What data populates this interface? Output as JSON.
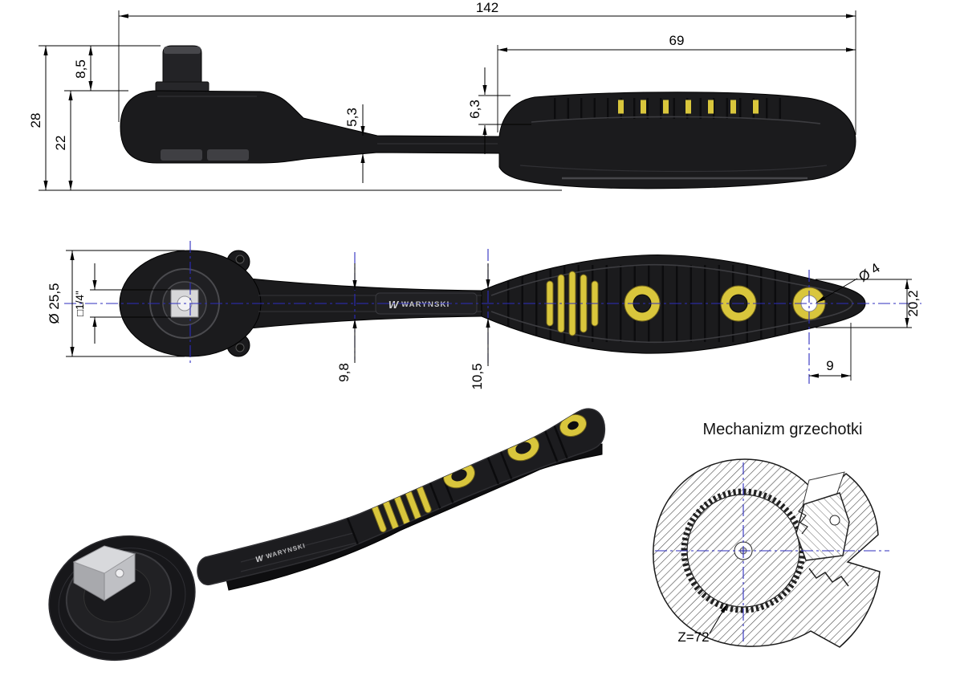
{
  "drawing": {
    "colors": {
      "body_black": "#1b1b1d",
      "accent_yellow": "#d9c63c",
      "centerline_blue": "#2d2dbe",
      "dimension_black": "#000000"
    }
  },
  "side_view": {
    "dim_total_length": "142",
    "dim_handle_length": "69",
    "dim_total_height": "28",
    "dim_head_height": "22",
    "dim_drive_height": "8,5",
    "dim_neck_thickness": "5,3",
    "dim_handle_top_offset": "6,3"
  },
  "plan_view": {
    "dim_head_diameter": "Ø 25,5",
    "dim_square_drive": "□1/4\"",
    "dim_neck_width": "9,8",
    "dim_handle_width": "10,5",
    "dim_hole_diameter": "Ø 4",
    "dim_end_width": "20,2",
    "dim_hole_offset": "9",
    "brand_mark": "W",
    "brand_name": "WARYNSKI"
  },
  "iso_view": {
    "brand_mark": "W",
    "brand_name": "WARYNSKI"
  },
  "mechanism": {
    "title": "Mechanizm grzechotki",
    "teeth_count": "Z=72"
  }
}
